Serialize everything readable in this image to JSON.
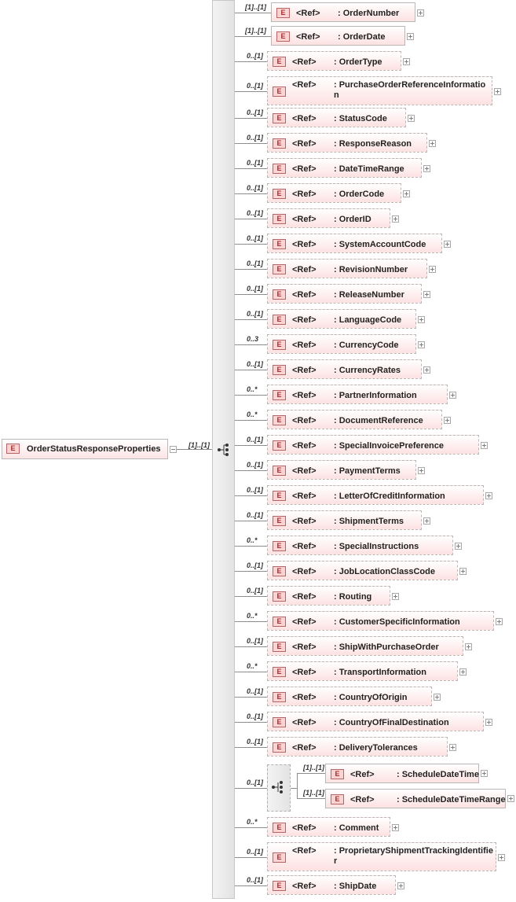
{
  "root": {
    "name": "OrderStatusResponseProperties",
    "cardinality": "[1]..[1]",
    "badge": "E"
  },
  "elements": [
    {
      "card": "[1]..[1]",
      "ref": "<Ref>",
      "name": ": OrderNumber",
      "badge": "E"
    },
    {
      "card": "[1]..[1]",
      "ref": "<Ref>",
      "name": ": OrderDate",
      "badge": "E"
    },
    {
      "card": "0..[1]",
      "ref": "<Ref>",
      "name": ": OrderType",
      "badge": "E"
    },
    {
      "card": "0..[1]",
      "ref": "<Ref>",
      "name": ": PurchaseOrderReferenceInformation",
      "badge": "E"
    },
    {
      "card": "0..[1]",
      "ref": "<Ref>",
      "name": ": StatusCode",
      "badge": "E"
    },
    {
      "card": "0..[1]",
      "ref": "<Ref>",
      "name": ": ResponseReason",
      "badge": "E"
    },
    {
      "card": "0..[1]",
      "ref": "<Ref>",
      "name": ": DateTimeRange",
      "badge": "E"
    },
    {
      "card": "0..[1]",
      "ref": "<Ref>",
      "name": ": OrderCode",
      "badge": "E"
    },
    {
      "card": "0..[1]",
      "ref": "<Ref>",
      "name": ": OrderID",
      "badge": "E"
    },
    {
      "card": "0..[1]",
      "ref": "<Ref>",
      "name": ": SystemAccountCode",
      "badge": "E"
    },
    {
      "card": "0..[1]",
      "ref": "<Ref>",
      "name": ": RevisionNumber",
      "badge": "E"
    },
    {
      "card": "0..[1]",
      "ref": "<Ref>",
      "name": ": ReleaseNumber",
      "badge": "E"
    },
    {
      "card": "0..[1]",
      "ref": "<Ref>",
      "name": ": LanguageCode",
      "badge": "E"
    },
    {
      "card": "0..3",
      "ref": "<Ref>",
      "name": ": CurrencyCode",
      "badge": "E"
    },
    {
      "card": "0..[1]",
      "ref": "<Ref>",
      "name": ": CurrencyRates",
      "badge": "E"
    },
    {
      "card": "0..*",
      "ref": "<Ref>",
      "name": ": PartnerInformation",
      "badge": "E"
    },
    {
      "card": "0..*",
      "ref": "<Ref>",
      "name": ": DocumentReference",
      "badge": "E"
    },
    {
      "card": "0..[1]",
      "ref": "<Ref>",
      "name": ": SpecialInvoicePreference",
      "badge": "E"
    },
    {
      "card": "0..[1]",
      "ref": "<Ref>",
      "name": ": PaymentTerms",
      "badge": "E"
    },
    {
      "card": "0..[1]",
      "ref": "<Ref>",
      "name": ": LetterOfCreditInformation",
      "badge": "E"
    },
    {
      "card": "0..[1]",
      "ref": "<Ref>",
      "name": ": ShipmentTerms",
      "badge": "E"
    },
    {
      "card": "0..*",
      "ref": "<Ref>",
      "name": ": SpecialInstructions",
      "badge": "E"
    },
    {
      "card": "0..[1]",
      "ref": "<Ref>",
      "name": ": JobLocationClassCode",
      "badge": "E"
    },
    {
      "card": "0..[1]",
      "ref": "<Ref>",
      "name": ": Routing",
      "badge": "E"
    },
    {
      "card": "0..*",
      "ref": "<Ref>",
      "name": ": CustomerSpecificInformation",
      "badge": "E"
    },
    {
      "card": "0..[1]",
      "ref": "<Ref>",
      "name": ": ShipWithPurchaseOrder",
      "badge": "E"
    },
    {
      "card": "0..*",
      "ref": "<Ref>",
      "name": ": TransportInformation",
      "badge": "E"
    },
    {
      "card": "0..[1]",
      "ref": "<Ref>",
      "name": ": CountryOfOrigin",
      "badge": "E"
    },
    {
      "card": "0..[1]",
      "ref": "<Ref>",
      "name": ": CountryOfFinalDestination",
      "badge": "E"
    },
    {
      "card": "0..[1]",
      "ref": "<Ref>",
      "name": ": DeliveryTolerances",
      "badge": "E"
    }
  ],
  "nested": {
    "card": "0..[1]",
    "children": [
      {
        "card": "[1]..[1]",
        "ref": "<Ref>",
        "name": ": ScheduleDateTime",
        "badge": "E"
      },
      {
        "card": "[1]..[1]",
        "ref": "<Ref>",
        "name": ": ScheduleDateTimeRange",
        "badge": "E"
      }
    ]
  },
  "trailing": [
    {
      "card": "0..*",
      "ref": "<Ref>",
      "name": ": Comment",
      "badge": "E"
    },
    {
      "card": "0..[1]",
      "ref": "<Ref>",
      "name": ": ProprietaryShipmentTrackingIdentifier",
      "badge": "E"
    },
    {
      "card": "0..[1]",
      "ref": "<Ref>",
      "name": ": ShipDate",
      "badge": "E"
    }
  ],
  "colors": {
    "element_fill": "#fde1e1",
    "badge_fill": "#fbd3d3",
    "badge_border": "#b56565",
    "border": "#b8b8b8",
    "line": "#8c8c8c"
  }
}
